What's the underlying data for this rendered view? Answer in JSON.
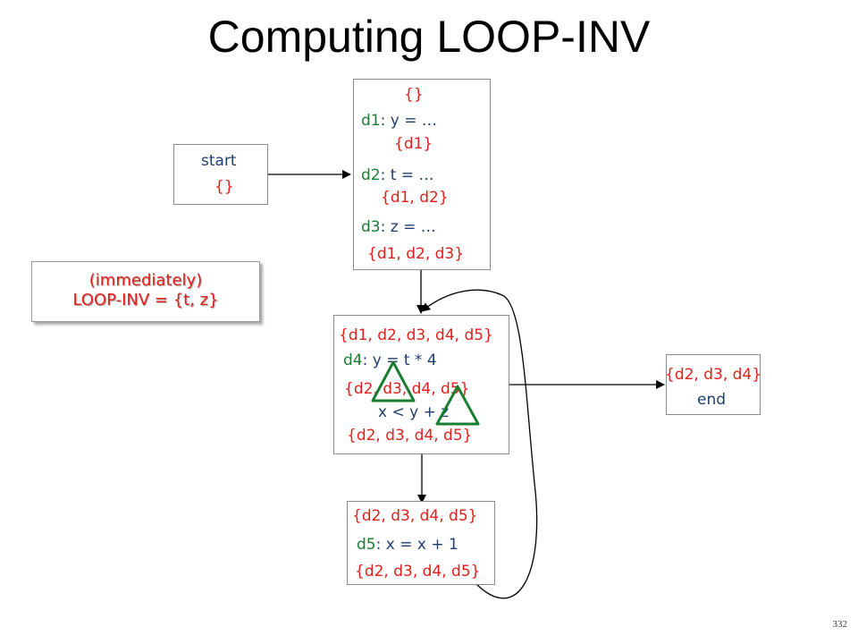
{
  "title": "Computing LOOP-INV",
  "start_block": {
    "label": "start",
    "out_set": "{}"
  },
  "block1": {
    "in_set": "{}",
    "d1_def": "d1",
    "d1_expr": ": y = …",
    "after_d1": "{d1}",
    "d2_def": "d2",
    "d2_expr": ": t = …",
    "after_d2": "{d1, d2}",
    "d3_def": "d3",
    "d3_expr": ": z = …",
    "after_d3": "{d1, d2, d3}"
  },
  "loop_block": {
    "in_set": "{d1, d2, d3, d4, d5}",
    "d4_def": "d4",
    "d4_expr": ": y = t * 4",
    "after_d4": "{d2, d3, d4, d5}",
    "cond": "x < y + z",
    "after_cond": "{d2, d3, d4, d5}"
  },
  "block3": {
    "in_set": "{d2, d3, d4, d5}",
    "d5_def": "d5",
    "d5_expr": ": x = x + 1",
    "out_set": "{d2, d3, d4, d5}"
  },
  "end_block": {
    "in_set": "{d2, d3, d4}",
    "label": "end"
  },
  "callout": {
    "line1": "(immediately)",
    "line2": "LOOP-INV = {t, z}"
  },
  "page_number": "332",
  "colors": {
    "set_text": "#e0201b",
    "def_label": "#1b7d32",
    "code": "#1f3e6e",
    "triangle": "#1b7d32"
  }
}
